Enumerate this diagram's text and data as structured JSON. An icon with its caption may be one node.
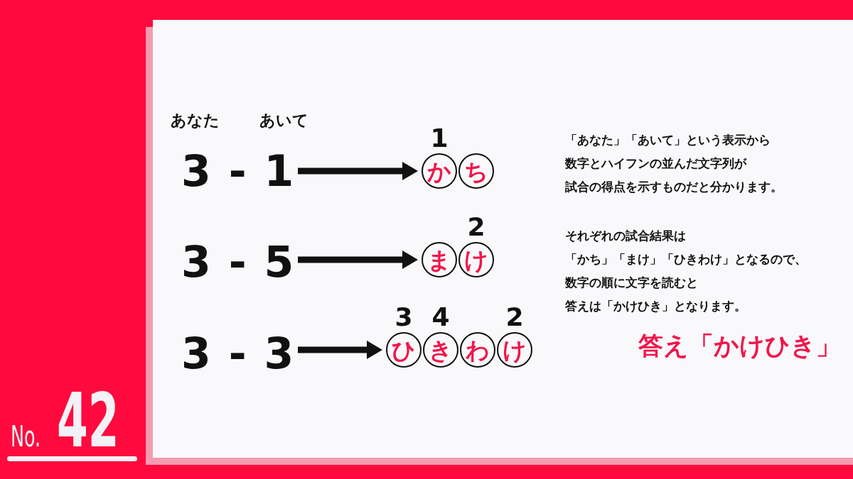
{
  "diagram": {
    "nodes": [
      {
        "text": [
          "3 - 1"
        ]
      },
      {
        "text": [
          "か"
        ],
        "beside": [
          "1"
        ]
      },
      {
        "text": [
          "ち"
        ]
      },
      {
        "text": [
          "3 - 5"
        ]
      },
      {
        "text": [
          "ま"
        ]
      },
      {
        "text": [
          "け"
        ],
        "beside": [
          "2"
        ]
      },
      {
        "text": [
          "3 - 3"
        ]
      },
      {
        "text": [
          "ひ"
        ],
        "beside": [
          "3"
        ]
      },
      {
        "text": [
          "き"
        ],
        "beside": [
          "4"
        ]
      },
      {
        "text": [
          "わ"
        ]
      },
      {
        "text": [
          "け"
        ],
        "beside": [
          "2"
        ]
      }
    ],
    "edges": [
      {
        "from": 0,
        "to": 1,
        "arrow": "to"
      },
      {
        "from": 3,
        "to": 4,
        "arrow": "to"
      },
      {
        "from": 6,
        "to": 7,
        "arrow": "to"
      }
    ],
    "labels": [
      "あなた",
      "あいて",
      "「あなた」「あいて」という表示から数字とハイフンの並んだ文字列が試合の得点を示すものだと分かります。",
      "それぞれの試合結果は「かち」「まけ」「ひきわけ」となるので、数字の順に文字を読むと答えは「かけひき」となります。",
      "答え「かけひき」",
      "No.",
      "42"
    ]
  }
}
